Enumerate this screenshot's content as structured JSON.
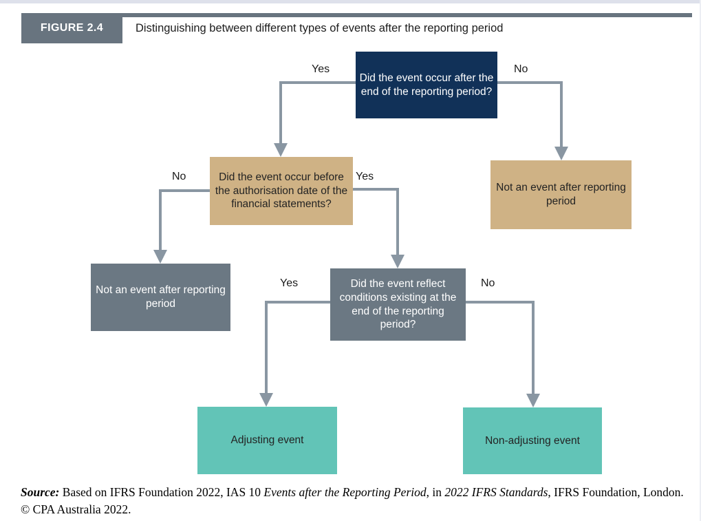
{
  "header": {
    "figure_label": "FIGURE 2.4",
    "title": "Distinguishing between different types of events after the reporting period"
  },
  "flowchart": {
    "nodes": {
      "q1": {
        "text": "Did the event occur after the end of the reporting period?",
        "fill": "#113158",
        "text_color": "#ffffff"
      },
      "q2": {
        "text": "Did the event occur before the authorisation date of the financial statements?",
        "fill": "#cfb285",
        "text_color": "#232323"
      },
      "not_event_right": {
        "text": "Not an event after reporting period",
        "fill": "#cfb285",
        "text_color": "#232323"
      },
      "not_event_left": {
        "text": "Not an event after reporting period",
        "fill": "#6b7883",
        "text_color": "#ffffff"
      },
      "q3": {
        "text": "Did the event reflect conditions existing at the end of the reporting period?",
        "fill": "#6b7883",
        "text_color": "#ffffff"
      },
      "adjusting": {
        "text": "Adjusting event",
        "fill": "#62c4b7",
        "text_color": "#232323"
      },
      "non_adjusting": {
        "text": "Non-adjusting event",
        "fill": "#62c4b7",
        "text_color": "#232323"
      }
    },
    "edge_labels": {
      "q1_yes": "Yes",
      "q1_no": "No",
      "q2_no": "No",
      "q2_yes": "Yes",
      "q3_yes": "Yes",
      "q3_no": "No"
    },
    "colors": {
      "connector": "#8996a2",
      "header_bar": "#68747f",
      "top_strip": "#dee1eb"
    }
  },
  "source_note": {
    "label": "Source:",
    "text_part1": " Based on IFRS Foundation 2022, IAS 10 ",
    "italic1": "Events after the Reporting Period",
    "text_part2": ", in ",
    "italic2": "2022 IFRS Standards",
    "text_part3": ", IFRS Foundation, London. © CPA Australia 2022."
  }
}
